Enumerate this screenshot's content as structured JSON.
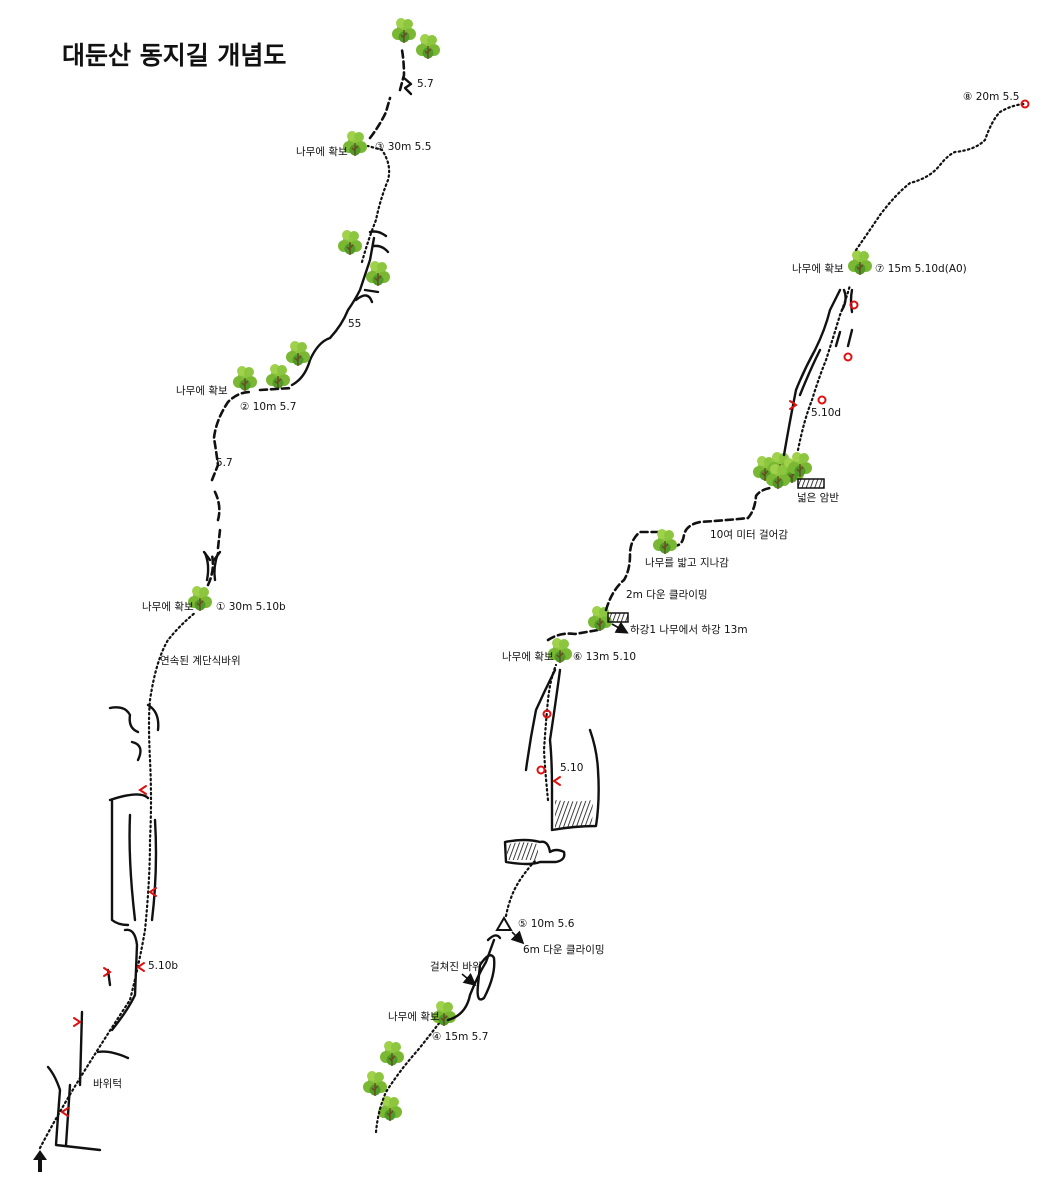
{
  "title": "대둔산 동지길 개념도",
  "colors": {
    "ink": "#111111",
    "protection": "#dd1111",
    "tree_light": "#8cc63f",
    "tree_dark": "#4f9a2a",
    "trunk": "#6b4a1e"
  },
  "pitches": [
    {
      "marker": "①",
      "length": "30m",
      "grade": "5.10b",
      "anchor": "나무에 확보"
    },
    {
      "marker": "②",
      "length": "10m",
      "grade": "5.7",
      "anchor": "나무에 확보"
    },
    {
      "marker": "③",
      "length": "30m",
      "grade": "5.5",
      "anchor": "나무에 확보"
    },
    {
      "marker": "④",
      "length": "15m",
      "grade": "5.7",
      "anchor": "나무에 확보"
    },
    {
      "marker": "⑤",
      "length": "10m",
      "grade": "5.6",
      "anchor": ""
    },
    {
      "marker": "⑥",
      "length": "13m",
      "grade": "5.10",
      "anchor": "나무에 확보"
    },
    {
      "marker": "⑦",
      "length": "15m",
      "grade": "5.10d(A0)",
      "anchor": "나무에 확보"
    },
    {
      "marker": "⑧",
      "length": "20m",
      "grade": "5.5",
      "anchor": ""
    }
  ],
  "labels": {
    "p1": "① 30m 5.10b",
    "p2": "② 10m 5.7",
    "p3": "③ 30m 5.5",
    "p4": "④ 15m 5.7",
    "p5": "⑤ 10m 5.6",
    "p6": "⑥ 13m 5.10",
    "p7": "⑦ 15m 5.10d(A0)",
    "p8": "⑧ 20m 5.5",
    "anchor_tree": "나무에 확보",
    "grade_510b": "5.10b",
    "grade_57": "5.7",
    "grade_55": "55",
    "grade_510": "5.10",
    "grade_510d": "5.10d",
    "ledge_base": "바위턱",
    "stepped_rock": "연속된 계단식바위",
    "overlapping_rock": "걸쳐진 바위",
    "downclimb_6m": "6m 다운 클라이밍",
    "downclimb_2m": "2m 다운 클라이밍",
    "rappel": "하강1 나무에서 하강 13m",
    "step_on_tree": "나무를 밟고 지나감",
    "walk_10m": "10여 미터 걸어감",
    "wide_slab": "넓은 암반"
  },
  "icons": [
    "tree-icon",
    "bolt-icon",
    "cam-icon",
    "start-arrow-icon",
    "belay-triangle-icon",
    "rappel-arrow-icon",
    "ledge-hatch-icon"
  ]
}
